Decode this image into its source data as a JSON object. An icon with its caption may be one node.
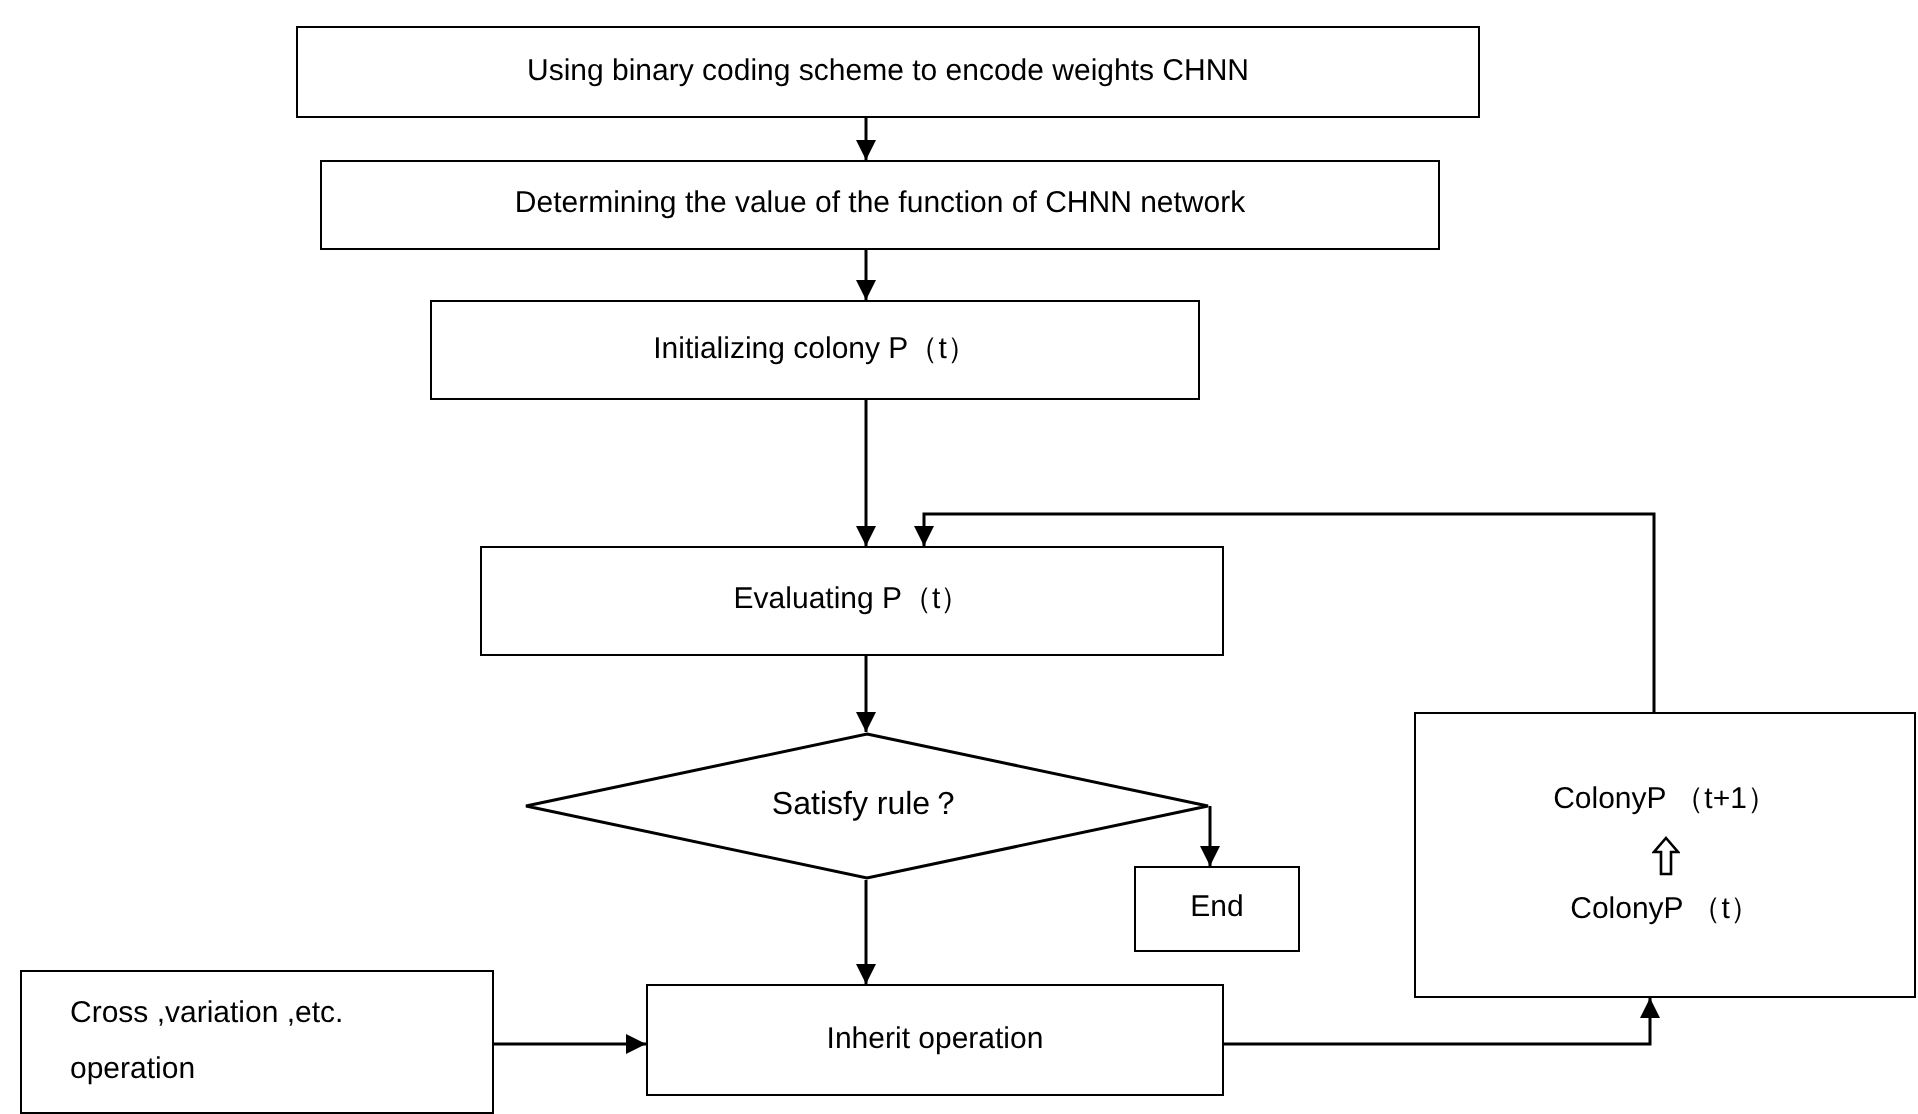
{
  "diagram": {
    "nodes": [
      {
        "text": [
          "Using binary coding scheme to encode weights CHNN"
        ]
      },
      {
        "text": [
          "Determining the value of the function of CHNN network"
        ]
      },
      {
        "text": [
          "Initializing colony P（t）"
        ]
      },
      {
        "text": [
          "Evaluating P（t）"
        ]
      },
      {
        "text": [
          "Satisfy rule？"
        ]
      },
      {
        "text": [
          "End"
        ]
      },
      {
        "text": [
          "Cross ,variation ,etc. operation"
        ]
      },
      {
        "text": [
          "Inherit operation"
        ]
      },
      {
        "text": [
          "ColonyP （t+1）",
          "ColonyP （t）"
        ]
      }
    ],
    "edges": [
      {
        "from": 0,
        "to": 1,
        "arrow": "to"
      },
      {
        "from": 1,
        "to": 2,
        "arrow": "to"
      },
      {
        "from": 2,
        "to": 3,
        "arrow": "to"
      },
      {
        "from": 3,
        "to": 4,
        "arrow": "to"
      },
      {
        "from": 4,
        "to": 5,
        "arrow": "to"
      },
      {
        "from": 4,
        "to": 7,
        "arrow": "to"
      },
      {
        "from": 6,
        "to": 7,
        "arrow": "to"
      },
      {
        "from": 7,
        "to": 8,
        "arrow": "to"
      },
      {
        "from": 8,
        "to": 3,
        "arrow": "to"
      }
    ]
  }
}
